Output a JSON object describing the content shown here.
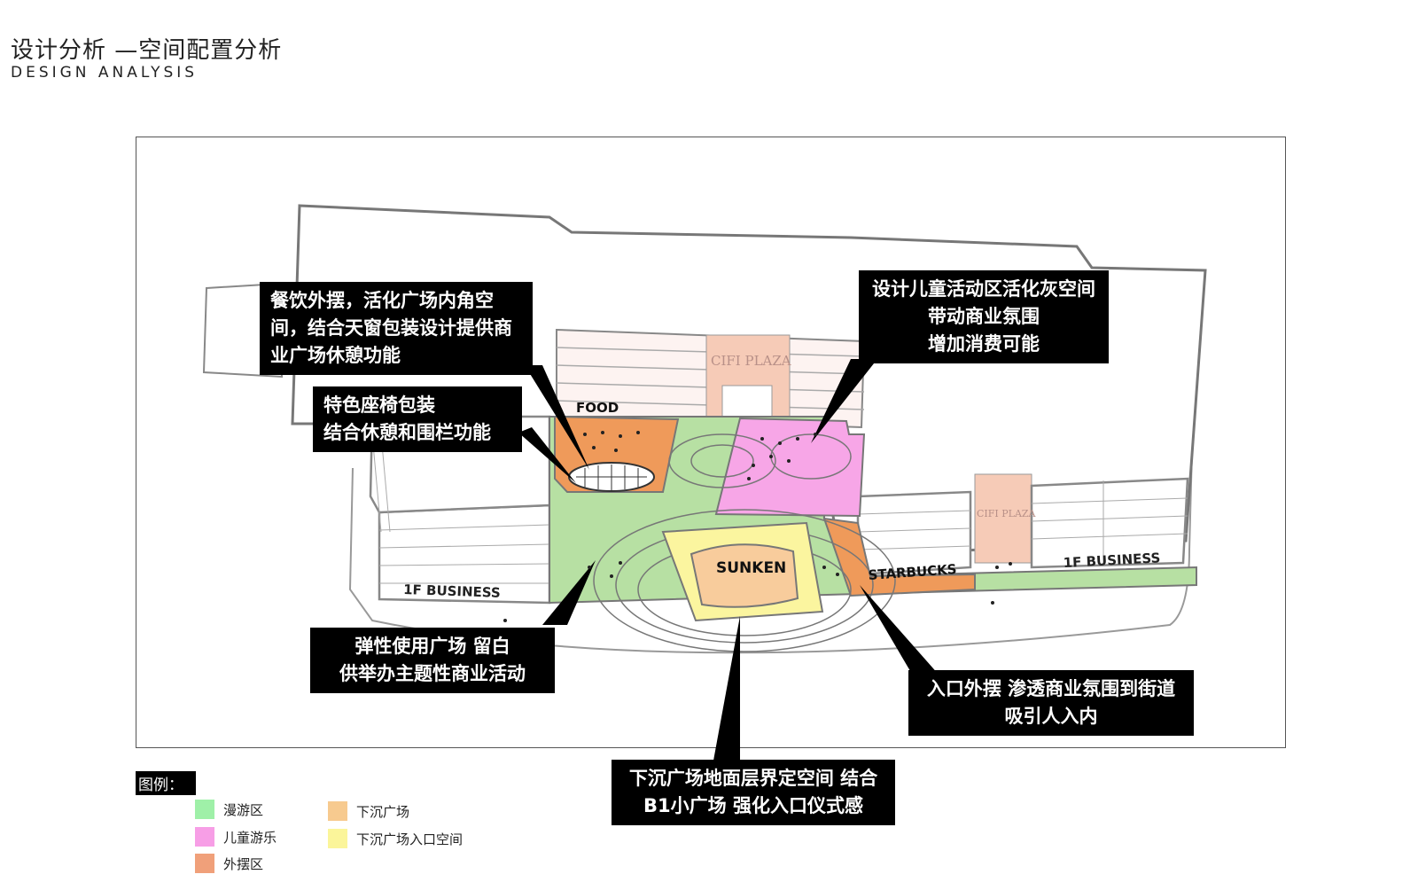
{
  "header": {
    "title_cn": "设计分析 —空间配置分析",
    "title_en": "DESIGN   ANALYSIS"
  },
  "plan_labels": {
    "food": "FOOD",
    "cifi_plaza_main": "CIFI PLAZA",
    "cifi_plaza_right": "CIFI PLAZA",
    "sunken": "SUNKEN",
    "starbucks": "STARBUCKS",
    "business_left": "1F BUSINESS",
    "business_right": "1F BUSINESS"
  },
  "callouts": {
    "dining": [
      "餐饮外摆，活化广场内角空",
      "间，结合天窗包装设计提供商",
      "业广场休憩功能"
    ],
    "seating": [
      "特色座椅包装",
      "结合休憩和围栏功能"
    ],
    "kids": [
      "设计儿童活动区活化灰空间",
      "带动商业氛围",
      "增加消费可能"
    ],
    "flexible": [
      "弹性使用广场 留白",
      "供举办主题性商业活动"
    ],
    "entrance": [
      "入口外摆 渗透商业氛围到街道",
      "吸引人入内"
    ],
    "sunken": [
      "下沉广场地面层界定空间 结合",
      "B1小广场 强化入口仪式感"
    ]
  },
  "legend": {
    "title": "图例：",
    "items": [
      {
        "label": "漫游区",
        "color": "#9ff0a8"
      },
      {
        "label": "儿童游乐",
        "color": "#f79ee6"
      },
      {
        "label": "外摆区",
        "color": "#f0a07a"
      },
      {
        "label": "下沉广场",
        "color": "#f7ca8f"
      },
      {
        "label": "下沉广场入口空间",
        "color": "#fbf59a"
      }
    ]
  },
  "colors": {
    "roam": "#b7e0a3",
    "kids": "#f7a6e7",
    "dining": "#ef9a5a",
    "sunken": "#f8cc9c",
    "sunken_entry": "#fbf59f"
  }
}
